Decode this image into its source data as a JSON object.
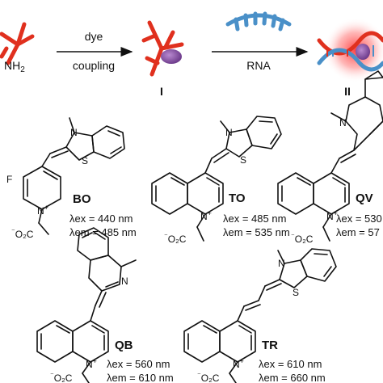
{
  "scheme": {
    "step1_above": "dye",
    "step1_below": "coupling",
    "step2_below": "RNA",
    "intermediate_label": "I",
    "product_label": "II",
    "amine_label": "NH",
    "amine_subscript": "2"
  },
  "atoms": {
    "N": "N",
    "S": "S",
    "F": "F",
    "plus": "+",
    "carboxylate": "O₂C",
    "carboxylate_charge": "⁻"
  },
  "dyes": [
    {
      "name": "BO",
      "ex_label": "λex = 440 nm",
      "em_label": "λem = 485 nm"
    },
    {
      "name": "TO",
      "ex_label": "λex = 485 nm",
      "em_label": "λem = 535 nm"
    },
    {
      "name": "QV",
      "ex_label": "λex = 530",
      "em_label": "λem = 57"
    },
    {
      "name": "QB",
      "ex_label": "λex = 560 nm",
      "em_label": "λem = 610 nm"
    },
    {
      "name": "TR",
      "ex_label": "λex = 610 nm",
      "em_label": "λem = 660 nm"
    }
  ],
  "colors": {
    "peptide": "#e0301e",
    "rna": "#4a90c8",
    "dye_blob": "#8e5aa8",
    "glow": "#ff3030"
  }
}
